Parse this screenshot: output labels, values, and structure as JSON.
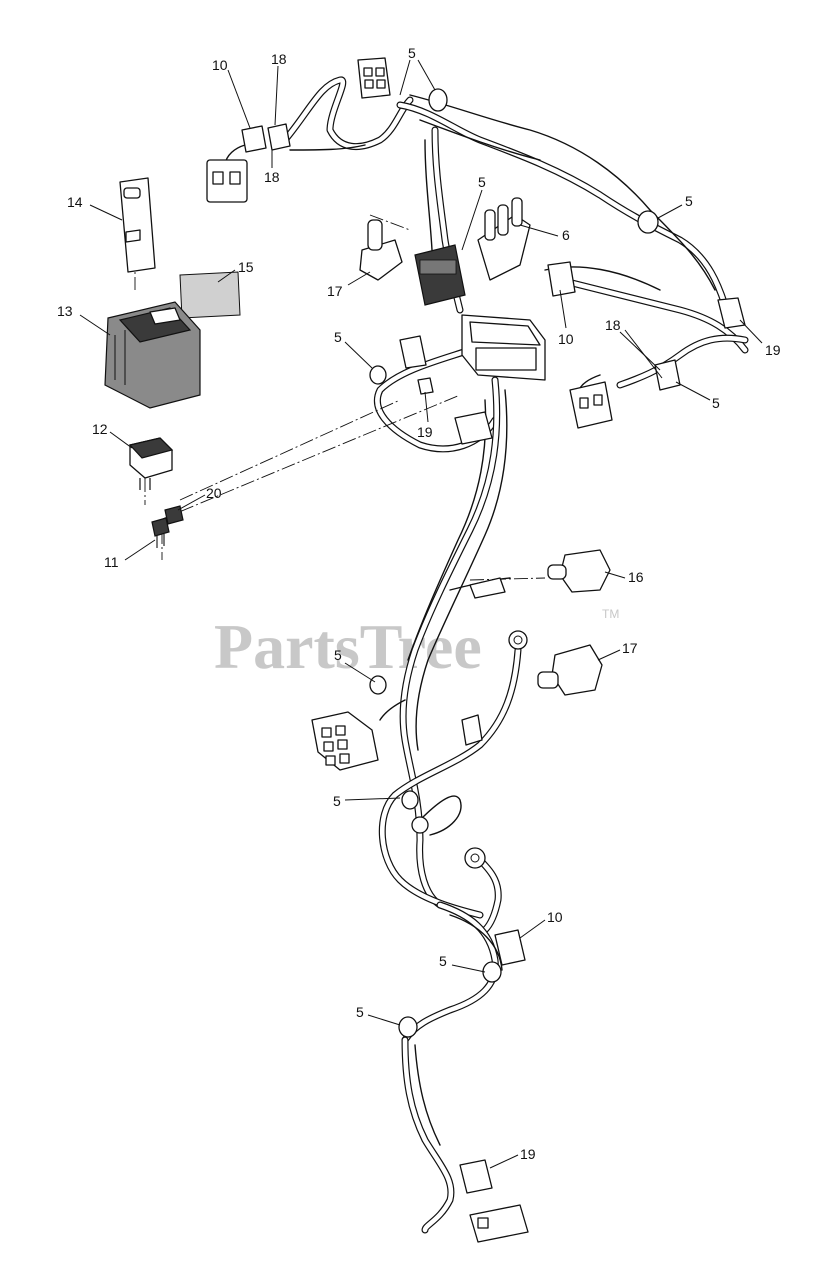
{
  "watermark": {
    "text": "PartsTree",
    "tm": "TM"
  },
  "callouts": {
    "c10_top": "10",
    "c18_top": "18",
    "c18_bot": "18",
    "c5_top": "5",
    "c5_right": "5",
    "c5_mid": "5",
    "c6": "6",
    "c14": "14",
    "c15": "15",
    "c13": "13",
    "c17_left": "17",
    "c5_left": "5",
    "c10_mid": "10",
    "c19_right": "19",
    "c18_right": "18",
    "c5_right2": "5",
    "c19_mid": "19",
    "c12": "12",
    "c20": "20",
    "c11": "11",
    "c16": "16",
    "c17_right": "17",
    "c5_lower1": "5",
    "c5_lower2": "5",
    "c10_low": "10",
    "c5_low3": "5",
    "c5_low4": "5",
    "c19_bot": "19"
  }
}
